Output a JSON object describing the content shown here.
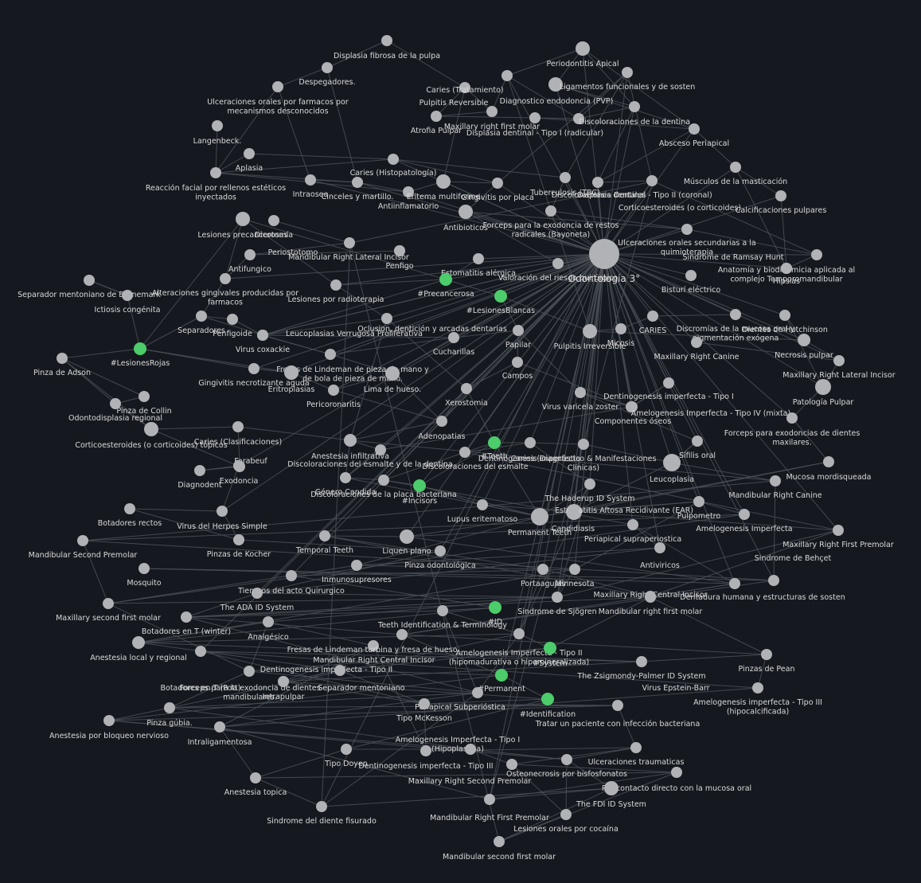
{
  "colors": {
    "background": "#15191f",
    "node": "#b0b2b6",
    "tag_node": "#4ccc6a",
    "edge": "#4c5057",
    "label": "#d9d9d9"
  },
  "nodes": [
    {
      "label": "Odontologia 3°",
      "tag": false
    },
    {
      "label": "Displasia fibrosa de la pulpa",
      "tag": false
    },
    {
      "label": "Despegadores.",
      "tag": false
    },
    {
      "label": "Ulceraciones orales por farmacos por mecanismos desconocidos",
      "tag": false
    },
    {
      "label": "Langenbeck.",
      "tag": false
    },
    {
      "label": "Aplasia",
      "tag": false
    },
    {
      "label": "Reacción facial por rellenos estéticos inyectados",
      "tag": false
    },
    {
      "label": "Intraosea",
      "tag": false
    },
    {
      "label": "Cinceles y martillo.",
      "tag": false
    },
    {
      "label": "Caries (Histopatología)",
      "tag": false
    },
    {
      "label": "Antiinflamatorio",
      "tag": false
    },
    {
      "label": "Eritema multiforme",
      "tag": false
    },
    {
      "label": "Gingivitis por placa",
      "tag": false
    },
    {
      "label": "Periodontitis Apical",
      "tag": false
    },
    {
      "label": "Caries (Tratamiento)",
      "tag": false
    },
    {
      "label": "Ligamentos funcionales y de sosten",
      "tag": false
    },
    {
      "label": "Pulpitis Reversible",
      "tag": false
    },
    {
      "label": "Diagnostico endodoncia (PVP)",
      "tag": false
    },
    {
      "label": "Atrofia Pulpar",
      "tag": false
    },
    {
      "label": "Maxillary right first molar",
      "tag": false
    },
    {
      "label": "Displasia dentinal - Tipo I (radicular)",
      "tag": false
    },
    {
      "label": "Discoloraciones de la dentina",
      "tag": false
    },
    {
      "label": "Absceso Periapical",
      "tag": false
    },
    {
      "label": "Músculos de la masticación",
      "tag": false
    },
    {
      "label": "Tuberculosis (TBC)",
      "tag": false
    },
    {
      "label": "Displasia Dentinal - Tipo II (coronal)",
      "tag": false
    },
    {
      "label": "Discoloraciones dentales",
      "tag": false
    },
    {
      "label": "Calcificaciones pulpares",
      "tag": false
    },
    {
      "label": "Corticoesteroides (o corticoides)",
      "tag": false
    },
    {
      "label": "Antibioticos",
      "tag": false
    },
    {
      "label": "Forceps para la exodoncia de restos radicales (Bayoneta)",
      "tag": false
    },
    {
      "label": "Ulceraciones orales secundarias a la quimioterapia",
      "tag": false
    },
    {
      "label": "Lesiones precancerosas",
      "tag": false
    },
    {
      "label": "Dicotomía",
      "tag": false
    },
    {
      "label": "Periostotomo",
      "tag": false
    },
    {
      "label": "Mandibular Right Lateral Incisor",
      "tag": false
    },
    {
      "label": "Penfigo",
      "tag": false
    },
    {
      "label": "Sindrome de Ramsay Hunt",
      "tag": false
    },
    {
      "label": "Anatomía y biodinamicia aplicada al complejo Temporomandibular",
      "tag": false
    },
    {
      "label": "Hipsias",
      "tag": false
    },
    {
      "label": "Antifungico",
      "tag": false
    },
    {
      "label": "Estomatitis alérgica",
      "tag": false
    },
    {
      "label": "#Precancerosa",
      "tag": true
    },
    {
      "label": "Valoración del riesgo quirúrgico",
      "tag": false
    },
    {
      "label": "Separador mentoniano de Branemark",
      "tag": false
    },
    {
      "label": "Alteraciones gingivales producidas por farmacos",
      "tag": false
    },
    {
      "label": "Ictiosis congénita",
      "tag": false
    },
    {
      "label": "Lesiones por radioterapia",
      "tag": false
    },
    {
      "label": "#LesionesBlancas",
      "tag": true
    },
    {
      "label": "Bisturí eléctrico",
      "tag": false
    },
    {
      "label": "Separadores",
      "tag": false
    },
    {
      "label": "Penfigoide",
      "tag": false
    },
    {
      "label": "Leucoplasias Verrugosa Proliferativa",
      "tag": false
    },
    {
      "label": "Oclusion, dentición y arcadas dentarias",
      "tag": false
    },
    {
      "label": "Discromías de la mucosa oral y pigmentación exógena",
      "tag": false
    },
    {
      "label": "Dientes de Hutchinson",
      "tag": false
    },
    {
      "label": "CARIES",
      "tag": false
    },
    {
      "label": "Micosis",
      "tag": false
    },
    {
      "label": "Pulpitis Irreversible",
      "tag": false
    },
    {
      "label": "Virus coxackie",
      "tag": false
    },
    {
      "label": "Cucharillas",
      "tag": false
    },
    {
      "label": "Papilar",
      "tag": false
    },
    {
      "label": "Necrosis pulpar",
      "tag": false
    },
    {
      "label": "#LesionesRojas",
      "tag": true
    },
    {
      "label": "Pinza de Adson",
      "tag": false
    },
    {
      "label": "Maxillary Right Canine",
      "tag": false
    },
    {
      "label": "Maxillary Right Lateral Incisor",
      "tag": false
    },
    {
      "label": "Fresas de Lindeman de pieza de mano y de bola de pieza de mano.",
      "tag": false
    },
    {
      "label": "Gingivitis necrotizante aguda",
      "tag": false
    },
    {
      "label": "Eritroplasias",
      "tag": false
    },
    {
      "label": "Lima de hueso.",
      "tag": false
    },
    {
      "label": "Campos",
      "tag": false
    },
    {
      "label": "Pinza de Collin",
      "tag": false
    },
    {
      "label": "Odontodisplasia regional",
      "tag": false
    },
    {
      "label": "Pericoronaritis",
      "tag": false
    },
    {
      "label": "Xerostomia",
      "tag": false
    },
    {
      "label": "Virus varicela zoster",
      "tag": false
    },
    {
      "label": "Dentinogenesis imperfecta - Tipo I",
      "tag": false
    },
    {
      "label": "Patología Pulpar",
      "tag": false
    },
    {
      "label": "Corticoesteroides (o corticoides) tópicos",
      "tag": false
    },
    {
      "label": "Componentes óseos",
      "tag": false
    },
    {
      "label": "Amelogenesis Imperfecta - Tipo IV (mixta)",
      "tag": false
    },
    {
      "label": "Caries (Clasificaciones)",
      "tag": false
    },
    {
      "label": "Adenopatias",
      "tag": false
    },
    {
      "label": "Forceps para exodoncias de dientes maxilares.",
      "tag": false
    },
    {
      "label": "Farabeuf",
      "tag": false
    },
    {
      "label": "Anestesia infiltrativa",
      "tag": false
    },
    {
      "label": "#Teeth",
      "tag": true
    },
    {
      "label": "Dentinogenesis imperfecta",
      "tag": false
    },
    {
      "label": "Caries (Diagnóstico & Manifestaciones Clínicas)",
      "tag": false
    },
    {
      "label": "Sífilis oral",
      "tag": false
    },
    {
      "label": "Discoloraciones del esmalte y de la dentina",
      "tag": false
    },
    {
      "label": "Discoloraciones del esmalte",
      "tag": false
    },
    {
      "label": "Leucoplasia",
      "tag": false
    },
    {
      "label": "Diagnodent",
      "tag": false
    },
    {
      "label": "Exodoncia",
      "tag": false
    },
    {
      "label": "Género Candida",
      "tag": false
    },
    {
      "label": "Discoloraciones de la placa bacteriana",
      "tag": false
    },
    {
      "label": "#Incisors",
      "tag": true
    },
    {
      "label": "Mucosa mordisqueada",
      "tag": false
    },
    {
      "label": "The Haderup ID System",
      "tag": false
    },
    {
      "label": "Mandibular Right Canine",
      "tag": false
    },
    {
      "label": "Estomatitis Aftosa Recidivante (EAR)",
      "tag": false
    },
    {
      "label": "Botadores rectos",
      "tag": false
    },
    {
      "label": "Virus del Herpes Simple",
      "tag": false
    },
    {
      "label": "Lupus eritematoso",
      "tag": false
    },
    {
      "label": "Permanent Teeth",
      "tag": false
    },
    {
      "label": "Candidiasis",
      "tag": false
    },
    {
      "label": "Pulpometro",
      "tag": false
    },
    {
      "label": "Amelogenesis Imperfecta",
      "tag": false
    },
    {
      "label": "Mandibular Second Premolar",
      "tag": false
    },
    {
      "label": "Pinzas de Kocher",
      "tag": false
    },
    {
      "label": "Temporal Teeth",
      "tag": false
    },
    {
      "label": "Liquen plano",
      "tag": false
    },
    {
      "label": "Periapical supraperiostica",
      "tag": false
    },
    {
      "label": "Maxillary Right First Premolar",
      "tag": false
    },
    {
      "label": "Sindrome de Behçet",
      "tag": false
    },
    {
      "label": "Mosquito",
      "tag": false
    },
    {
      "label": "Pinza odontológica",
      "tag": false
    },
    {
      "label": "Antiviricos",
      "tag": false
    },
    {
      "label": "Inmunosupresores",
      "tag": false
    },
    {
      "label": "Portaagujas",
      "tag": false
    },
    {
      "label": "Minnesota",
      "tag": false
    },
    {
      "label": "Tiempos del acto Quirurgico",
      "tag": false
    },
    {
      "label": "Dentadura humana y estructuras de sosten",
      "tag": false
    },
    {
      "label": "Maxillary Right Central Incisor",
      "tag": false
    },
    {
      "label": "Maxillary second first molar",
      "tag": false
    },
    {
      "label": "The ADA ID System",
      "tag": false
    },
    {
      "label": "Sindrome de Sjögren",
      "tag": false
    },
    {
      "label": "Mandibular right first molar",
      "tag": false
    },
    {
      "label": "#ID",
      "tag": true
    },
    {
      "label": "Botadores en T (winter)",
      "tag": false
    },
    {
      "label": "Teeth Identification & Terminology",
      "tag": false
    },
    {
      "label": "Analgésico",
      "tag": false
    },
    {
      "label": "Anestesia local y regional",
      "tag": false
    },
    {
      "label": "Fresas de Lindeman turbina y fresa de hueso.",
      "tag": false
    },
    {
      "label": "Mandibular Right Central Incisor",
      "tag": false
    },
    {
      "label": "Amelogenesis Imperfecta - Tipo II (hipomadurativa o hipomineralizada)",
      "tag": false
    },
    {
      "label": "#System",
      "tag": true
    },
    {
      "label": "Dentinogenesis imperfecta - Tipo II",
      "tag": false
    },
    {
      "label": "The Zsigmondy-Palmer ID System",
      "tag": false
    },
    {
      "label": "Pinzas de Pean",
      "tag": false
    },
    {
      "label": "Botadores en T (Pott)",
      "tag": false
    },
    {
      "label": "Forceps para la exodoncia de dientes mandibulares.",
      "tag": false
    },
    {
      "label": "Intrapulpar",
      "tag": false
    },
    {
      "label": "Separador mentoniano",
      "tag": false
    },
    {
      "label": "#Permanent",
      "tag": true
    },
    {
      "label": "Virus Epstein-Barr",
      "tag": false
    },
    {
      "label": "Amelogenesis imperfecta - Tipo III (hipocalcificada)",
      "tag": false
    },
    {
      "label": "Periapical Subperióstica",
      "tag": false
    },
    {
      "label": "#Identification",
      "tag": true
    },
    {
      "label": "Pinza gúbia.",
      "tag": false
    },
    {
      "label": "Tipo McKesson",
      "tag": false
    },
    {
      "label": "Tratar un paciente con infección bacteriana",
      "tag": false
    },
    {
      "label": "Anestesia por bloqueo nervioso",
      "tag": false
    },
    {
      "label": "Intraligamentosa",
      "tag": false
    },
    {
      "label": "Amelogenesis Imperfecta - Tipo I (Hipoplastica)",
      "tag": false
    },
    {
      "label": "Tipo Doyen",
      "tag": false
    },
    {
      "label": "Dentinogenesis imperfecta - Tipo III",
      "tag": false
    },
    {
      "label": "Ulceraciones traumaticas",
      "tag": false
    },
    {
      "label": "Osteonecrosis por bisfosfonatos",
      "tag": false
    },
    {
      "label": "Anestesia topica",
      "tag": false
    },
    {
      "label": "Maxillary Right Second Premolar",
      "tag": false
    },
    {
      "label": "Por contacto directo con la mucosa oral",
      "tag": false
    },
    {
      "label": "The FDI ID System",
      "tag": false
    },
    {
      "label": "Sindrome del diente fisurado",
      "tag": false
    },
    {
      "label": "Mandibular Right First Premolar",
      "tag": false
    },
    {
      "label": "Lesiones orales por cocaína",
      "tag": false
    },
    {
      "label": "Mandibular second first molar",
      "tag": false
    }
  ]
}
